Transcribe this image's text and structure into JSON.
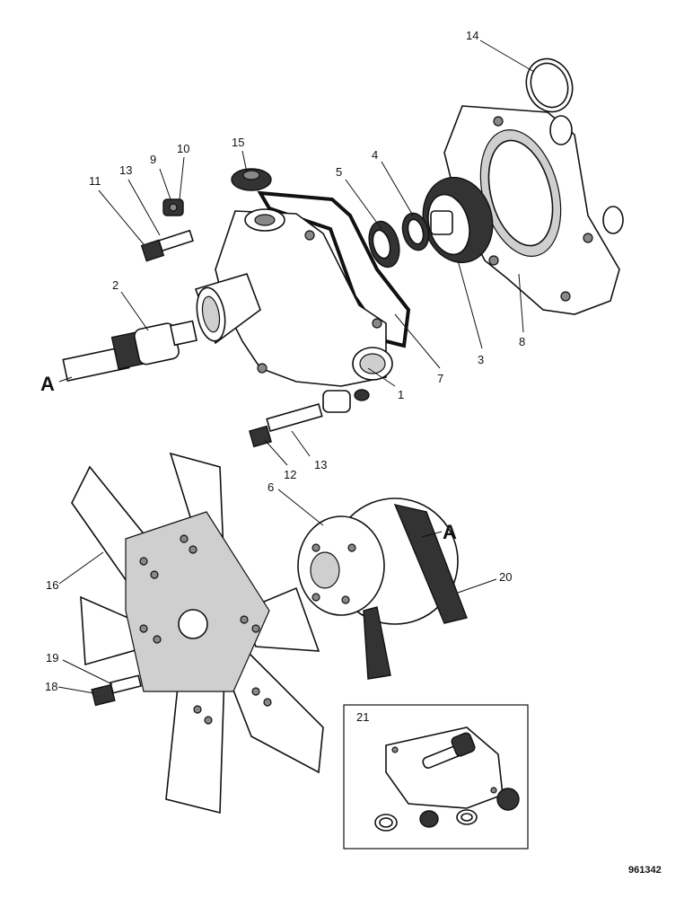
{
  "callouts": {
    "c1": "1",
    "c2": "2",
    "c3": "3",
    "c4": "4",
    "c5": "5",
    "c6": "6",
    "c7": "7",
    "c8": "8",
    "c9": "9",
    "c10": "10",
    "c11": "11",
    "c12": "12",
    "c13a": "13",
    "c13b": "13",
    "c14": "14",
    "c15": "15",
    "c16": "16",
    "c18": "18",
    "c19": "19",
    "c20": "20",
    "c21": "21"
  },
  "connectors": {
    "a_left": "A",
    "a_right": "A"
  },
  "reference_number": "961342"
}
